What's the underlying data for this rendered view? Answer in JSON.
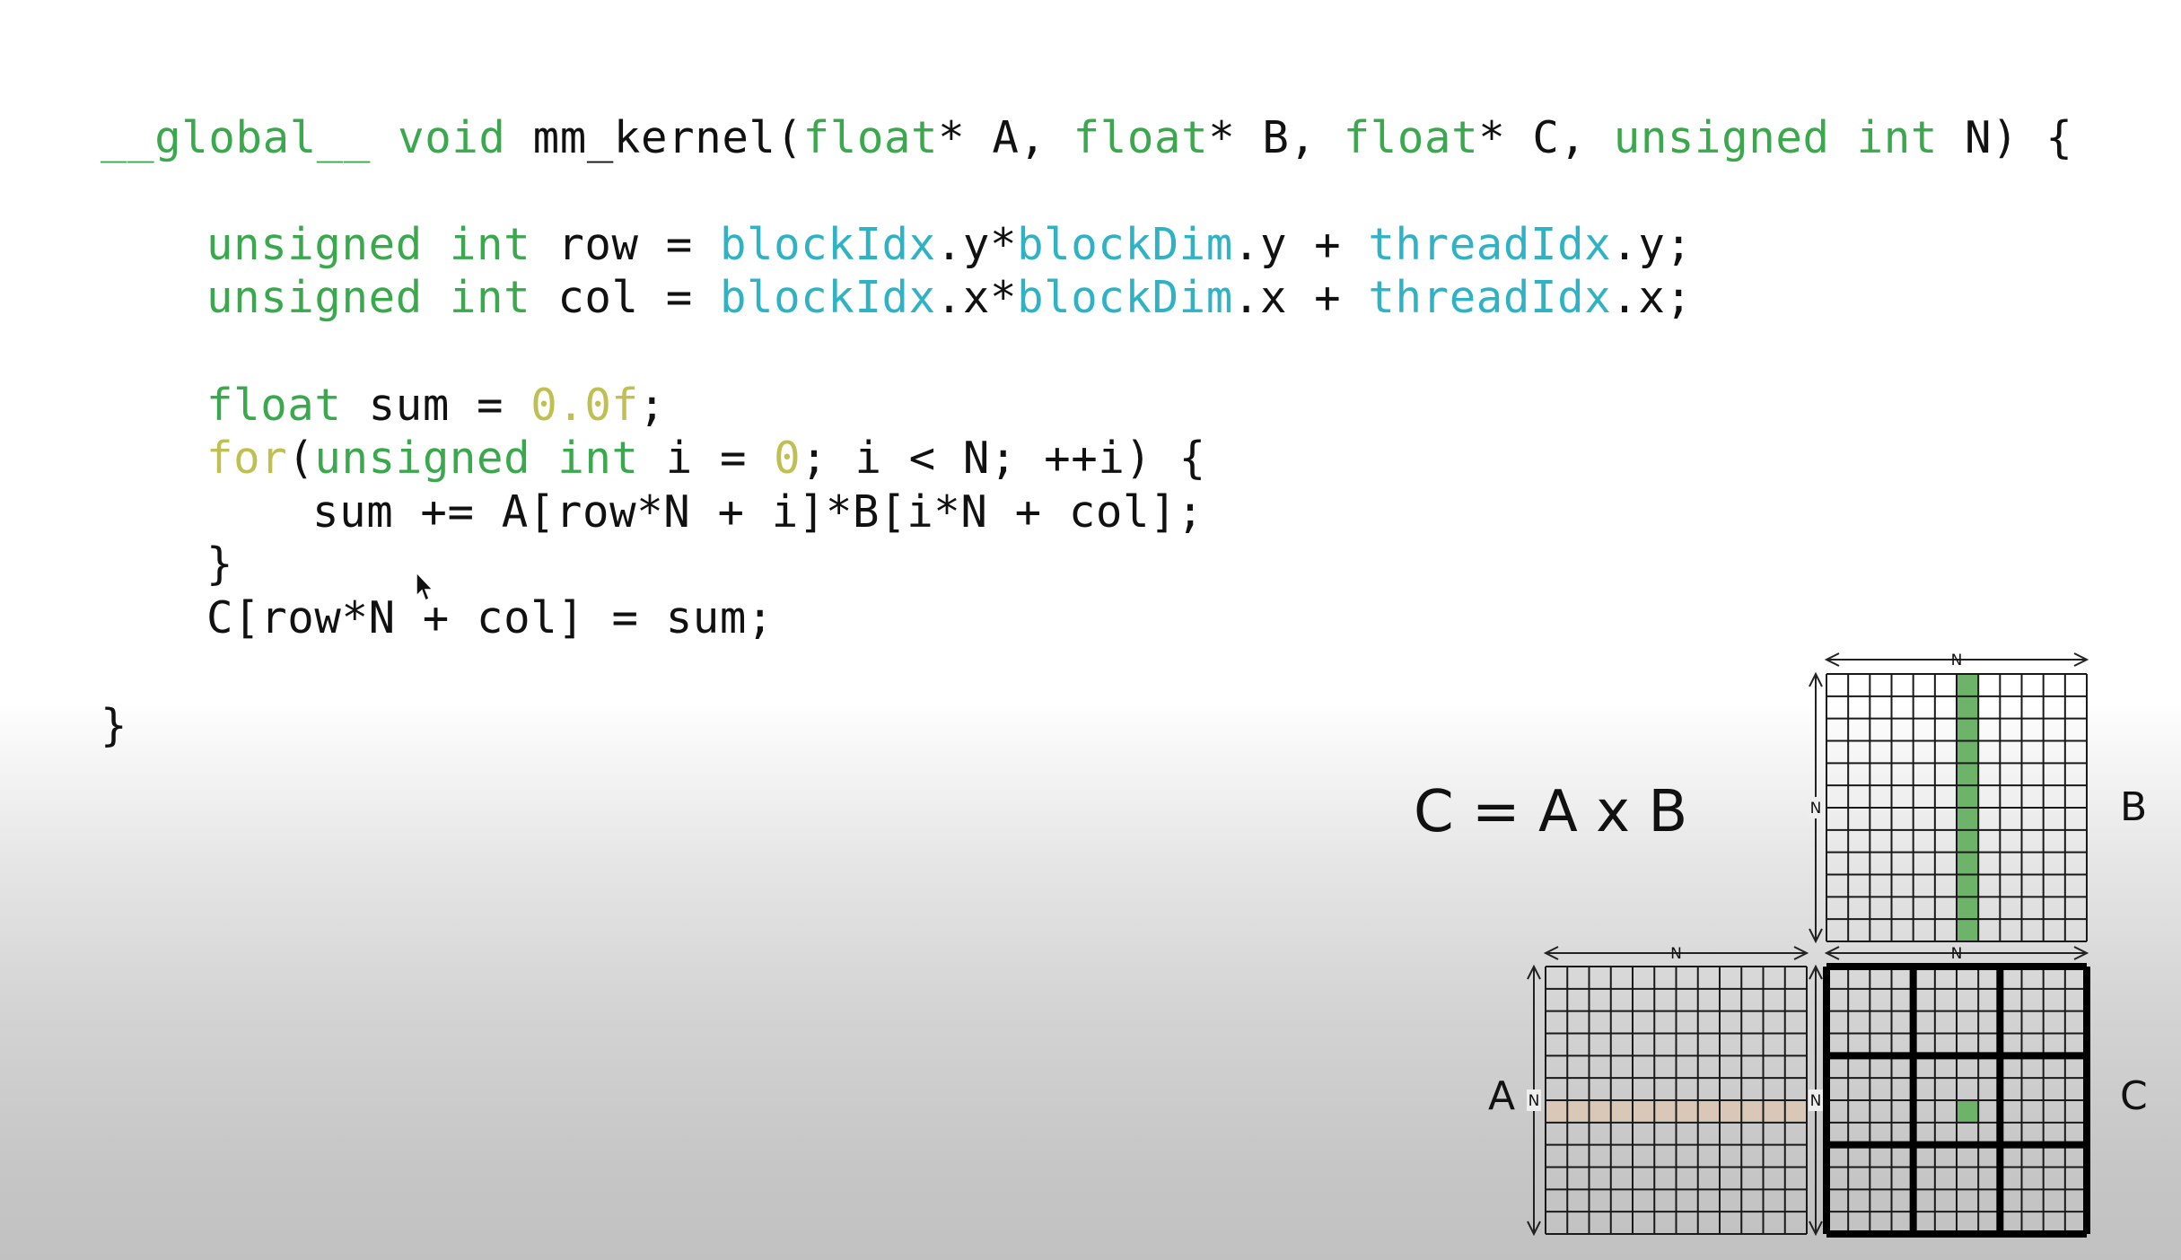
{
  "code": {
    "lines": [
      {
        "indent": 0,
        "tokens": [
          {
            "t": "__global__",
            "c": "kw"
          },
          {
            "t": " ",
            "c": "txt"
          },
          {
            "t": "void",
            "c": "kw"
          },
          {
            "t": " mm_kernel(",
            "c": "txt"
          },
          {
            "t": "float",
            "c": "kw"
          },
          {
            "t": "* A, ",
            "c": "txt"
          },
          {
            "t": "float",
            "c": "kw"
          },
          {
            "t": "* B, ",
            "c": "txt"
          },
          {
            "t": "float",
            "c": "kw"
          },
          {
            "t": "* C, ",
            "c": "txt"
          },
          {
            "t": "unsigned int",
            "c": "kw"
          },
          {
            "t": " N) {",
            "c": "txt"
          }
        ]
      },
      {
        "indent": 1,
        "tokens": [
          {
            "t": "unsigned int",
            "c": "kw"
          },
          {
            "t": " row = ",
            "c": "txt"
          },
          {
            "t": "blockIdx",
            "c": "builtin"
          },
          {
            "t": ".y*",
            "c": "txt"
          },
          {
            "t": "blockDim",
            "c": "builtin"
          },
          {
            "t": ".y + ",
            "c": "txt"
          },
          {
            "t": "threadIdx",
            "c": "builtin"
          },
          {
            "t": ".y;",
            "c": "txt"
          }
        ]
      },
      {
        "indent": 1,
        "tokens": [
          {
            "t": "unsigned int",
            "c": "kw"
          },
          {
            "t": " col = ",
            "c": "txt"
          },
          {
            "t": "blockIdx",
            "c": "builtin"
          },
          {
            "t": ".x*",
            "c": "txt"
          },
          {
            "t": "blockDim",
            "c": "builtin"
          },
          {
            "t": ".x + ",
            "c": "txt"
          },
          {
            "t": "threadIdx",
            "c": "builtin"
          },
          {
            "t": ".x;",
            "c": "txt"
          }
        ]
      },
      {
        "indent": 1,
        "tokens": [
          {
            "t": "float",
            "c": "kw"
          },
          {
            "t": " sum = ",
            "c": "txt"
          },
          {
            "t": "0.0f",
            "c": "num"
          },
          {
            "t": ";",
            "c": "txt"
          }
        ]
      },
      {
        "indent": 1,
        "tokens": [
          {
            "t": "for",
            "c": "ctrl"
          },
          {
            "t": "(",
            "c": "txt"
          },
          {
            "t": "unsigned int",
            "c": "kw"
          },
          {
            "t": " i = ",
            "c": "txt"
          },
          {
            "t": "0",
            "c": "num"
          },
          {
            "t": "; i < N; ++i) {",
            "c": "txt"
          }
        ]
      },
      {
        "indent": 2,
        "tokens": [
          {
            "t": "sum += A[row*N + i]*B[i*N + col];",
            "c": "txt"
          }
        ]
      },
      {
        "indent": 1,
        "tokens": [
          {
            "t": "}",
            "c": "txt"
          }
        ]
      },
      {
        "indent": 1,
        "tokens": [
          {
            "t": "C[row*N + col] = sum;",
            "c": "txt"
          }
        ]
      },
      {
        "indent": 0,
        "tokens": [
          {
            "t": "}",
            "c": "txt"
          }
        ]
      }
    ]
  },
  "equation": "C = A x B",
  "matrices": {
    "dimension_label": "N",
    "grid_size": 12,
    "block_size": 4,
    "A": {
      "label": "A",
      "highlight_row": 6,
      "highlight_color": "#d9c7b8"
    },
    "B": {
      "label": "B",
      "highlight_col": 6,
      "highlight_color": "#6db36a"
    },
    "C": {
      "label": "C",
      "highlight_row": 6,
      "highlight_col": 6,
      "highlight_color": "#6db36a"
    }
  },
  "colors": {
    "keyword": "#3aa84c",
    "builtin": "#2fb2c4",
    "literal": "#bfbf52",
    "text": "#111111"
  }
}
